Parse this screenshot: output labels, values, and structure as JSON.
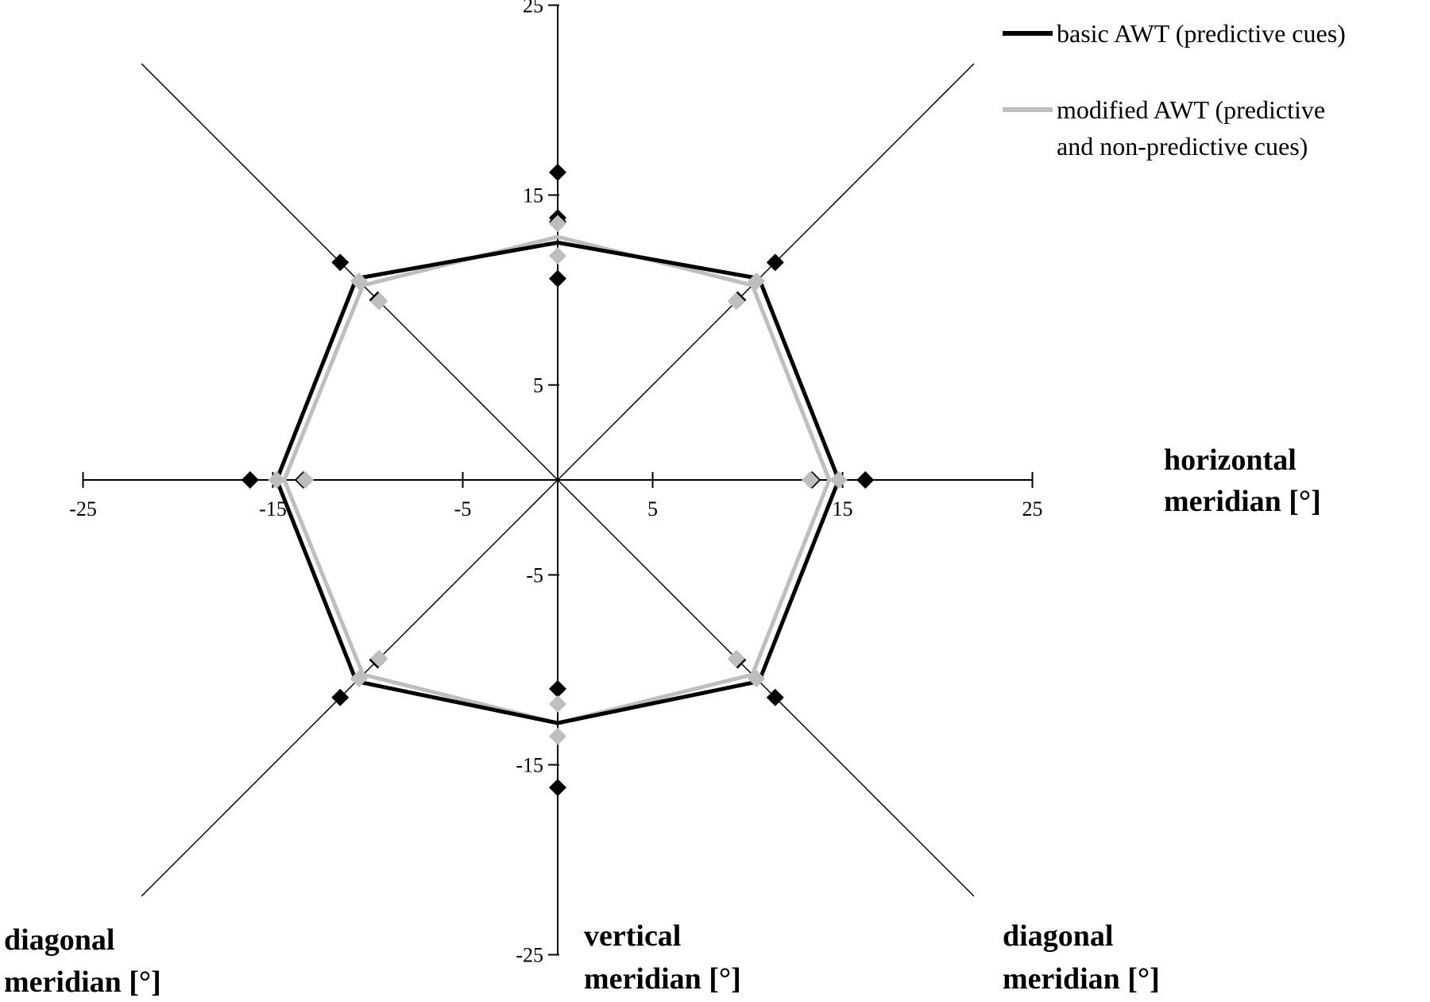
{
  "chart_data": {
    "type": "radar",
    "axis_range": [
      -25,
      25
    ],
    "tick_values": [
      -25,
      -15,
      -5,
      5,
      15,
      25
    ],
    "tick_labels": [
      "-25",
      "-15",
      "-5",
      "5",
      "15",
      "25"
    ],
    "axes": {
      "horizontal": {
        "label_line1": "horizontal",
        "label_line2": "meridian  [°]"
      },
      "vertical": {
        "label_line1": "vertical",
        "label_line2": "meridian  [°]"
      },
      "diagonal_left": {
        "label_line1": "diagonal",
        "label_line2": "meridian [°]"
      },
      "diagonal_right": {
        "label_line1": "diagonal",
        "label_line2": "meridian  [°]"
      }
    },
    "directions_deg": [
      0,
      45,
      90,
      135,
      180,
      225,
      270,
      315
    ],
    "series": [
      {
        "name": "basic AWT (predictive cues)",
        "color": "#000000",
        "mean": [
          14.8,
          15.0,
          12.5,
          15.0,
          14.8,
          15.0,
          12.8,
          15.0
        ],
        "markers": [
          [
            16.2,
            16.2,
            16.2,
            16.2,
            16.2,
            16.2,
            16.2,
            16.2
          ],
          [
            13.4,
            13.4,
            10.6,
            13.4,
            13.4,
            13.4,
            11.0,
            13.4
          ]
        ],
        "marker_top_extra": [
          13.8,
          13.6
        ]
      },
      {
        "name": "modified AWT (predictive and non-predictive cues)",
        "color": "#bebebe",
        "mean": [
          14.3,
          14.5,
          12.8,
          14.5,
          14.4,
          14.5,
          12.8,
          14.5
        ],
        "markers": [
          [
            14.8,
            14.8,
            13.5,
            14.8,
            14.8,
            14.8,
            13.5,
            14.8
          ],
          [
            13.3,
            13.3,
            11.8,
            13.3,
            13.3,
            13.3,
            11.8,
            13.3
          ]
        ]
      }
    ],
    "legend": {
      "position": "top-right",
      "entries": [
        {
          "line1": "basic AWT (predictive cues)",
          "line2": ""
        },
        {
          "line1": "modified AWT (predictive",
          "line2": "and non-predictive cues)"
        }
      ]
    }
  }
}
